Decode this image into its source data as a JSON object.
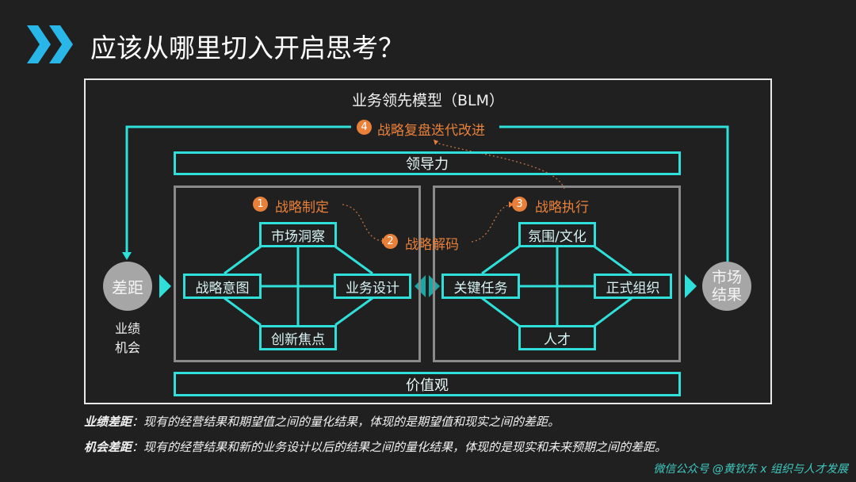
{
  "slide": {
    "title": "应该从哪里切入开启思考？",
    "model_title": "业务领先模型（BLM）",
    "leadership": "领导力",
    "values": "价值观",
    "gap_circle": "差距",
    "gap_types": [
      "业绩",
      "机会"
    ],
    "result_circle": [
      "市场",
      "结果"
    ],
    "steps": [
      {
        "num": "1",
        "label": "战略制定"
      },
      {
        "num": "2",
        "label": "战略解码"
      },
      {
        "num": "3",
        "label": "战略执行"
      },
      {
        "num": "4",
        "label": "战略复盘迭代改进"
      }
    ],
    "strategy_nodes": {
      "top": "市场洞察",
      "left": "战略意图",
      "right": "业务设计",
      "bottom": "创新焦点"
    },
    "execution_nodes": {
      "top": "氛围/文化",
      "left": "关键任务",
      "right": "正式组织",
      "bottom": "人才"
    },
    "notes": [
      {
        "label": "业绩差距",
        "text": "：现有的经营结果和期望值之间的量化结果，体现的是期望值和现实之间的差距。"
      },
      {
        "label": "机会差距",
        "text": "：现有的经营结果和新的业务设计以后的结果之间的量化结果，体现的是现实和未来预期之间的差距。"
      }
    ],
    "watermark": "微信公众号 @黄钦东 x 组织与人才发展"
  },
  "colors": {
    "accent": "#2fe0da",
    "orange": "#e8803a",
    "background": "#202020",
    "logo": "#29b6e8"
  }
}
